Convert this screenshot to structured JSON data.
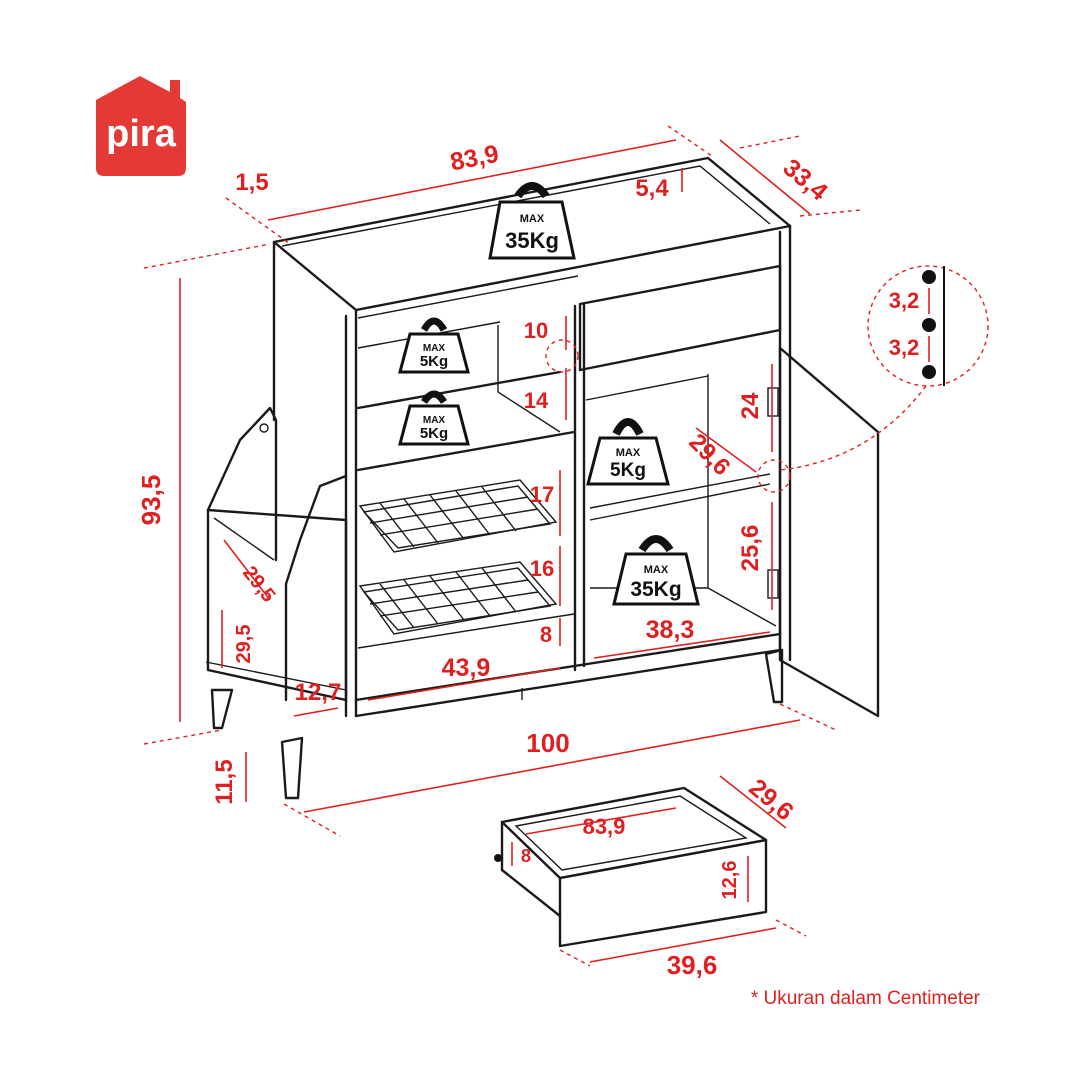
{
  "brand": {
    "name": "pira",
    "color": "#e53935"
  },
  "colors": {
    "dimension": "#e02020",
    "line": "#1a1a1a"
  },
  "footnote": "* Ukuran dalam Centimeter",
  "weights": {
    "top": {
      "max": "MAX",
      "value": "35Kg"
    },
    "upper_left_1": {
      "max": "MAX",
      "value": "5Kg"
    },
    "upper_left_2": {
      "max": "MAX",
      "value": "5Kg"
    },
    "right_shelf": {
      "max": "MAX",
      "value": "5Kg"
    },
    "right_bottom": {
      "max": "MAX",
      "value": "35Kg"
    }
  },
  "dimensions": {
    "width_top": "83,9",
    "depth_top": "33,4",
    "top_thickness": "1,5",
    "top_rail": "5,4",
    "height_total": "93,5",
    "side_depth": "29,5",
    "side_height": "29,5",
    "side_width": "12,7",
    "shelf_gap_1": "10",
    "shelf_gap_2": "14",
    "rack_gap_1": "17",
    "rack_gap_2": "16",
    "rack_gap_3": "8",
    "left_inner_width": "43,9",
    "right_inner_width": "38,3",
    "right_upper_height": "24",
    "right_shelf_depth": "29,6",
    "right_lower_height": "25,6",
    "total_width": "100",
    "leg_height": "11,5",
    "hole_spacing_1": "3,2",
    "hole_spacing_2": "3,2",
    "drawer_width": "83,9",
    "drawer_depth": "29,6",
    "drawer_inner_height": "8",
    "drawer_height": "12,6",
    "drawer_front_width": "39,6"
  }
}
